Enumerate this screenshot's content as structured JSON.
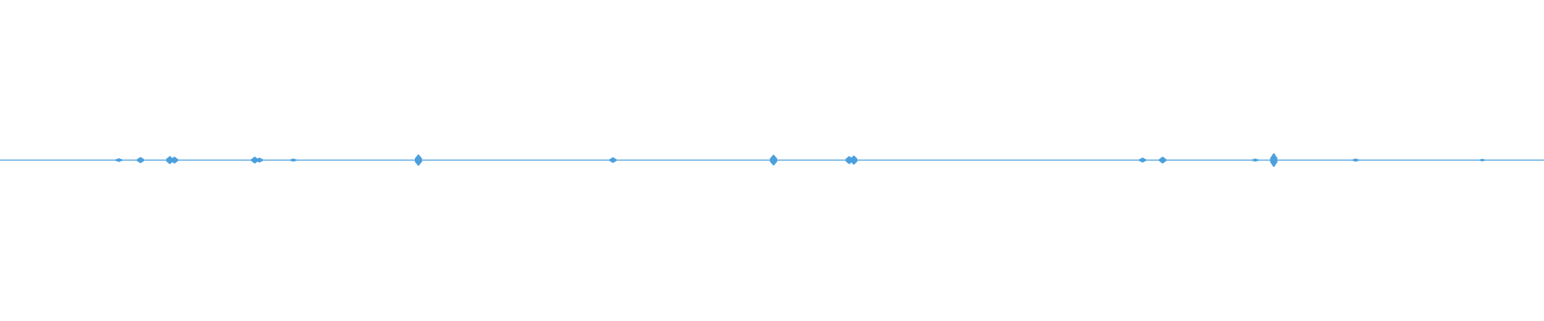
{
  "waveform": {
    "color": "#4a9fdc",
    "background": "#ffffff",
    "baseline_level": 0,
    "bursts": [
      {
        "position": 0.077,
        "amplitude": 0.012
      },
      {
        "position": 0.091,
        "amplitude": 0.02
      },
      {
        "position": 0.11,
        "amplitude": 0.026
      },
      {
        "position": 0.113,
        "amplitude": 0.022
      },
      {
        "position": 0.165,
        "amplitude": 0.022
      },
      {
        "position": 0.168,
        "amplitude": 0.016
      },
      {
        "position": 0.19,
        "amplitude": 0.01
      },
      {
        "position": 0.271,
        "amplitude": 0.038
      },
      {
        "position": 0.397,
        "amplitude": 0.018
      },
      {
        "position": 0.501,
        "amplitude": 0.036
      },
      {
        "position": 0.55,
        "amplitude": 0.026
      },
      {
        "position": 0.553,
        "amplitude": 0.03
      },
      {
        "position": 0.74,
        "amplitude": 0.016
      },
      {
        "position": 0.753,
        "amplitude": 0.022
      },
      {
        "position": 0.813,
        "amplitude": 0.01
      },
      {
        "position": 0.825,
        "amplitude": 0.046
      },
      {
        "position": 0.878,
        "amplitude": 0.01
      },
      {
        "position": 0.96,
        "amplitude": 0.008
      }
    ]
  }
}
